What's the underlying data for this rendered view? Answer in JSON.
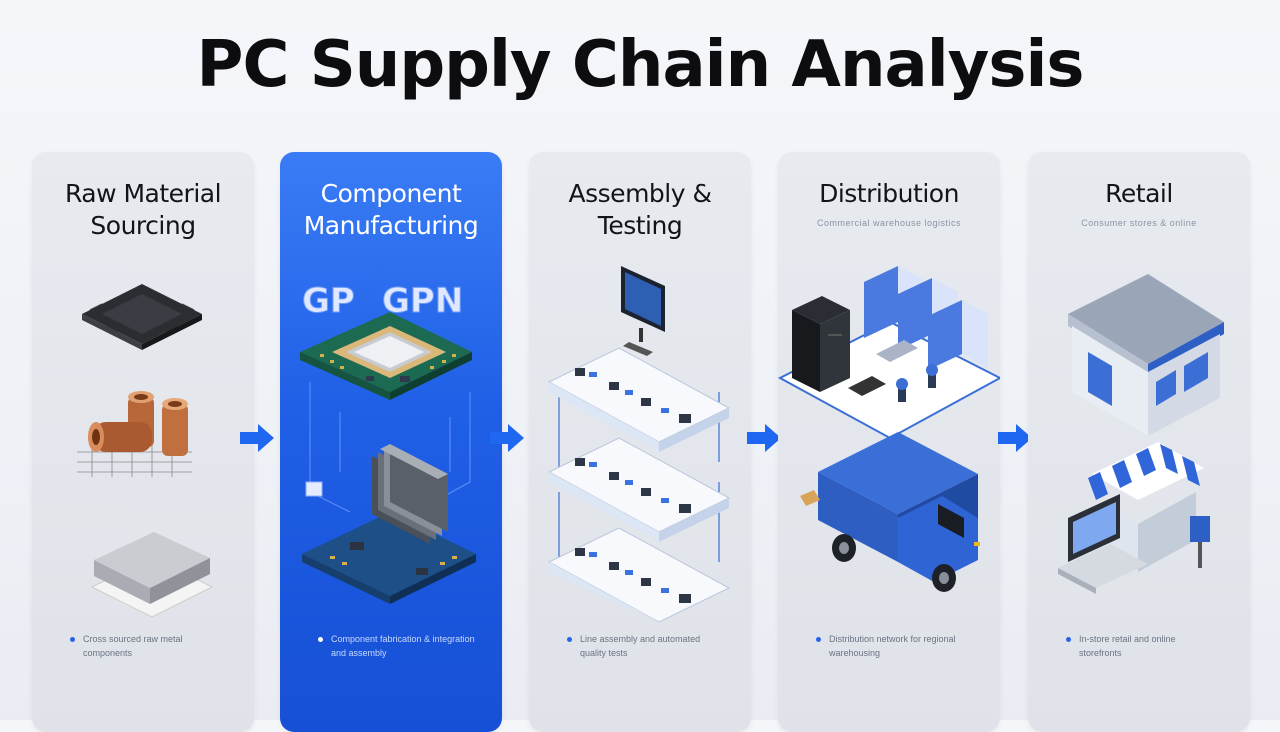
{
  "title": "PC Supply Chain Analysis",
  "accent_color": "#1f5fe6",
  "stages": [
    {
      "title_line1": "Raw Material",
      "title_line2": "Sourcing",
      "subtitle": "",
      "bullet_line1": "Cross sourced raw metal",
      "bullet_line2": "components",
      "active": false
    },
    {
      "title_line1": "Component",
      "title_line2": "Manufacturing",
      "subtitle": "",
      "chip_label_1": "GP",
      "chip_label_2": "GPN",
      "bullet_line1": "Component fabrication & integration",
      "bullet_line2": "and assembly",
      "active": true
    },
    {
      "title_line1": "Assembly &",
      "title_line2": "Testing",
      "subtitle": "",
      "bullet_line1": "Line assembly and automated",
      "bullet_line2": "quality tests",
      "active": false
    },
    {
      "title_line1": "Distribution",
      "title_line2": "",
      "subtitle": "Commercial warehouse logistics",
      "bullet_line1": "Distribution network for regional",
      "bullet_line2": "warehousing",
      "active": false
    },
    {
      "title_line1": "Retail",
      "title_line2": "",
      "subtitle": "Consumer stores & online",
      "bullet_line1": "In-store retail and online",
      "bullet_line2": "storefronts",
      "active": false
    }
  ],
  "icons": [
    "cpu-chip-icon",
    "copper-pipes-icon",
    "metal-sheet-icon",
    "gpu-board-icon",
    "motherboard-icon",
    "assembly-line-icon",
    "server-rack-icon",
    "delivery-truck-icon",
    "warehouse-icon",
    "store-front-icon",
    "laptop-icon",
    "arrow-right-icon"
  ]
}
